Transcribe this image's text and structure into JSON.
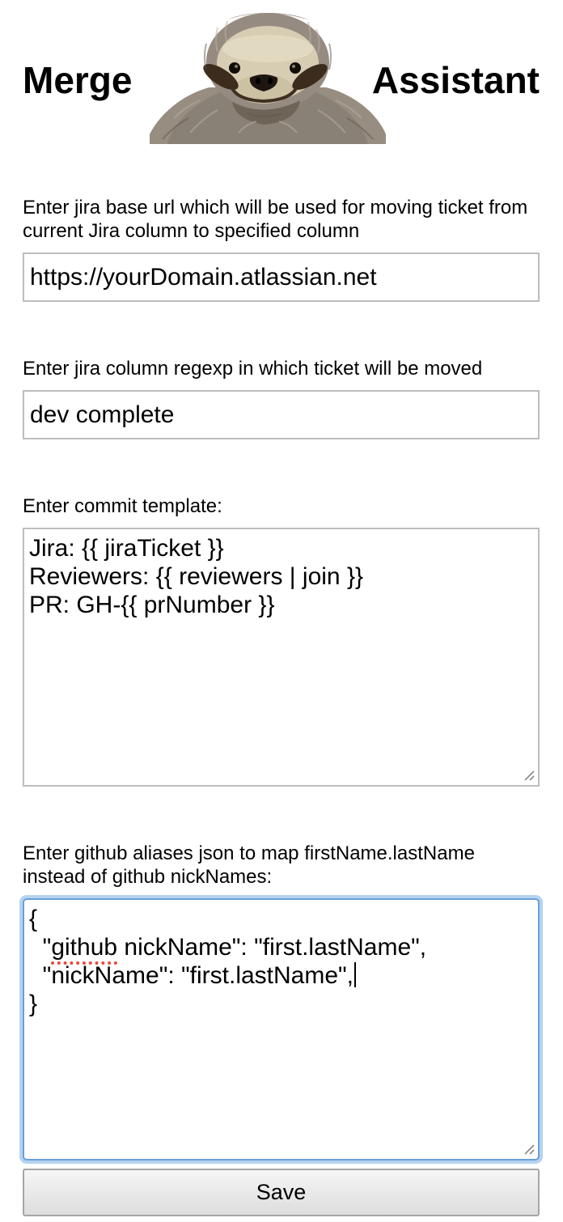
{
  "app": {
    "title_left": "Merge",
    "title_right": "Assistant",
    "logo_name": "sloth-logo"
  },
  "fields": {
    "jira_base_url": {
      "label": "Enter jira base url which will be used for moving ticket from current Jira column to specified column",
      "value": "https://yourDomain.atlassian.net"
    },
    "jira_column_regexp": {
      "label": "Enter jira column regexp in which ticket will be moved",
      "value": "dev complete"
    },
    "commit_template": {
      "label": "Enter commit template:",
      "value": "Jira: {{ jiraTicket }}\nReviewers: {{ reviewers | join }}\nPR: GH-{{ prNumber }}"
    },
    "github_aliases": {
      "label": "Enter github aliases json to map firstName.lastName instead of github nickNames:",
      "value": "{\n  \"github nickName\": \"first.lastName\",\n  \"nickName\": \"first.lastName\",\n}",
      "focused": true,
      "spellcheck_flagged_word": "github",
      "lines": [
        [
          {
            "t": "{"
          }
        ],
        [
          {
            "t": "  \""
          },
          {
            "t": "github",
            "misspelled": true
          },
          {
            "t": " nickName\": \"first.lastName\","
          }
        ],
        [
          {
            "t": "  \"nickName\": \"first.lastName\","
          },
          {
            "caret": true
          }
        ],
        [
          {
            "t": "}"
          }
        ]
      ]
    }
  },
  "buttons": {
    "save": "Save"
  },
  "colors": {
    "text": "#000000",
    "input_border": "#bdbdbd",
    "focus_ring": "#6b9fd8",
    "focus_glow": "#b5d3f0",
    "spellcheck_underline": "#e8493a",
    "button_border": "#a6a6a6",
    "button_bg_top": "#f6f6f6",
    "button_bg_bottom": "#dddddd"
  }
}
